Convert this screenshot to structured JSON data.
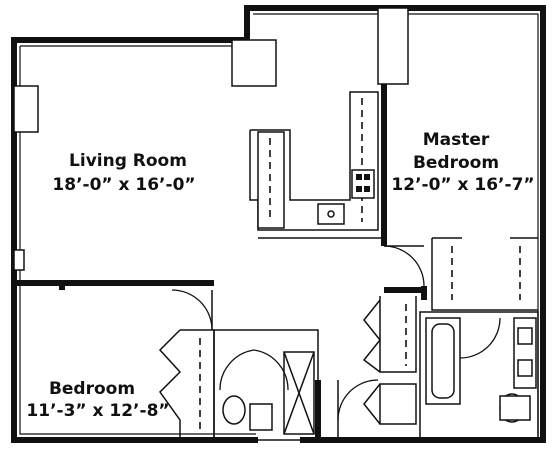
{
  "rooms": {
    "living_room": {
      "name": "Living Room",
      "dimensions": "18’-0” x 16’-0”"
    },
    "master_bedroom": {
      "name_line1": "Master",
      "name_line2": "Bedroom",
      "dimensions": "12’-0” x 16’-7”"
    },
    "bedroom": {
      "name": "Bedroom",
      "dimensions": "11’-3” x 12’-8”"
    }
  }
}
